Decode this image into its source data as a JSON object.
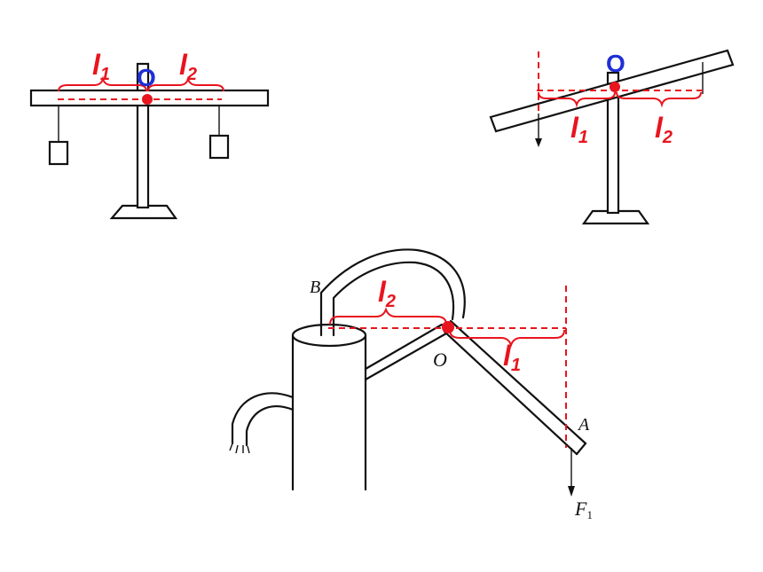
{
  "figure1": {
    "pivot_label": "O",
    "arm_left": {
      "letter": "l",
      "sub": "1"
    },
    "arm_right": {
      "letter": "l",
      "sub": "2"
    }
  },
  "figure2": {
    "pivot_label": "O",
    "arm_left": {
      "letter": "l",
      "sub": "1"
    },
    "arm_right": {
      "letter": "l",
      "sub": "2"
    }
  },
  "figure3": {
    "point_b": "B",
    "point_o": "O",
    "point_a": "A",
    "force": {
      "letter": "F",
      "sub": "1"
    },
    "arm_left": {
      "letter": "l",
      "sub": "2"
    },
    "arm_right": {
      "letter": "l",
      "sub": "1"
    }
  },
  "colors": {
    "annotation": "#e8141e",
    "pivot_label": "#1f2fd6",
    "ink": "#111111"
  }
}
